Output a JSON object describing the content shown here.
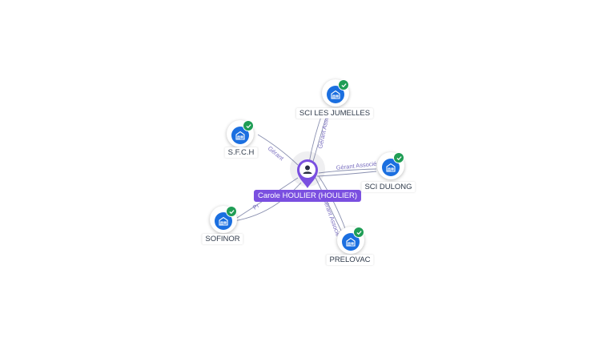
{
  "center": {
    "label": "Carole HOULIER (HOULIER)",
    "icon": "person-icon",
    "color": "#7a4fe0"
  },
  "companies": [
    {
      "key": "sci-les-jumelles",
      "label": "SCI LES JUMELLES",
      "icon": "building-icon",
      "verified": true
    },
    {
      "key": "sfch",
      "label": "S.F.C.H",
      "icon": "building-icon",
      "verified": true
    },
    {
      "key": "sci-dulong",
      "label": "SCI DULONG",
      "icon": "building-icon",
      "verified": true
    },
    {
      "key": "sofinor",
      "label": "SOFINOR",
      "icon": "building-icon",
      "verified": true
    },
    {
      "key": "prelovac",
      "label": "PRELOVAC",
      "icon": "building-icon",
      "verified": true
    }
  ],
  "relations": {
    "sci_les_jumelles": "Gérant Associé",
    "sfch": "Gérant",
    "sci_dulong": "Gérant Associé",
    "sofinor": "Pr",
    "prelovac": "Gérant Associé"
  },
  "colors": {
    "node": "#1b6fe0",
    "check": "#1f9d55",
    "edge": "#8a90b0",
    "edge_label": "#7a6fc0"
  }
}
